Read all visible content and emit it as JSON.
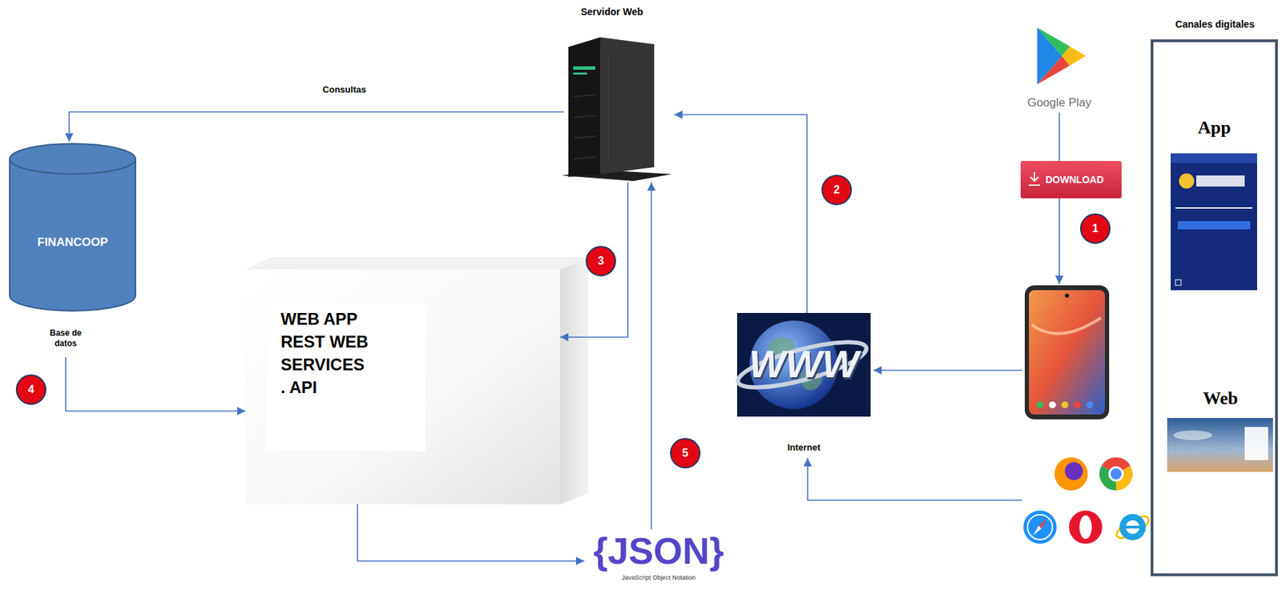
{
  "diagram": {
    "nodes": [
      {
        "text": [
          "Servidor Web"
        ]
      },
      {
        "text": [
          "FINANCOOP",
          "Base de datos"
        ]
      },
      {
        "text": [
          "WEB APP REST WEB SERVICES . API"
        ]
      },
      {
        "text": [
          "{JSON}",
          "JavaScript Object Notation"
        ]
      },
      {
        "text": [
          "WWW",
          "Internet"
        ]
      },
      {
        "text": [
          "Google Play"
        ]
      },
      {
        "text": [
          "DOWNLOAD"
        ]
      },
      {
        "text": []
      },
      {
        "text": []
      },
      {
        "text": [
          "Canales digitales"
        ]
      },
      {
        "text": [
          "App"
        ],
        "in": 9
      },
      {
        "text": [
          "Web"
        ],
        "in": 9
      }
    ],
    "edges": [
      {
        "from": 0,
        "to": 1,
        "label": "Consultas",
        "arrow": "to"
      },
      {
        "from": 4,
        "to": 0,
        "arrow": "to"
      },
      {
        "from": 0,
        "to": 2,
        "arrow": "to"
      },
      {
        "from": 1,
        "to": 2,
        "arrow": "to"
      },
      {
        "from": 2,
        "to": 3,
        "arrow": "to"
      },
      {
        "from": 3,
        "to": 0,
        "arrow": "to"
      },
      {
        "from": 5,
        "to": 6,
        "arrow": "none"
      },
      {
        "from": 6,
        "to": 7,
        "arrow": "to"
      },
      {
        "from": 7,
        "to": 4,
        "arrow": "to"
      },
      {
        "from": 8,
        "to": 4,
        "arrow": "to"
      }
    ],
    "labels": [
      "1",
      "2",
      "3",
      "4",
      "5"
    ]
  }
}
